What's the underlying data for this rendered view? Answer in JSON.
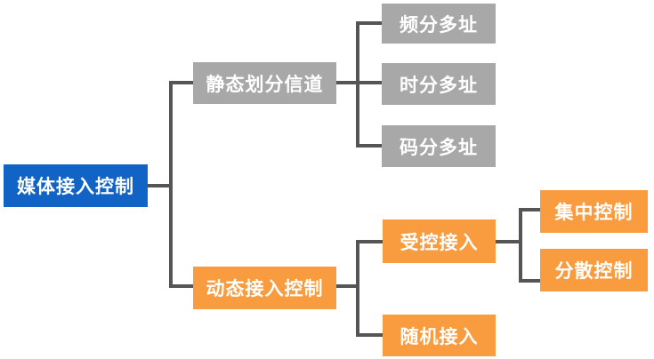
{
  "colors": {
    "root_blue": "#1164C6",
    "branch_gray": "#A8A8A8",
    "branch_orange": "#F99C40",
    "connector": "#555555",
    "node_text": "#FFFFFF",
    "background": "#FFFFFF"
  },
  "tree": {
    "root": {
      "label": "媒体接入控制"
    },
    "branches": [
      {
        "label": "静态划分信道",
        "children": [
          {
            "label": "频分多址"
          },
          {
            "label": "时分多址"
          },
          {
            "label": "码分多址"
          }
        ]
      },
      {
        "label": "动态接入控制",
        "children": [
          {
            "label": "受控接入",
            "children": [
              {
                "label": "集中控制"
              },
              {
                "label": "分散控制"
              }
            ]
          },
          {
            "label": "随机接入"
          }
        ]
      }
    ]
  }
}
